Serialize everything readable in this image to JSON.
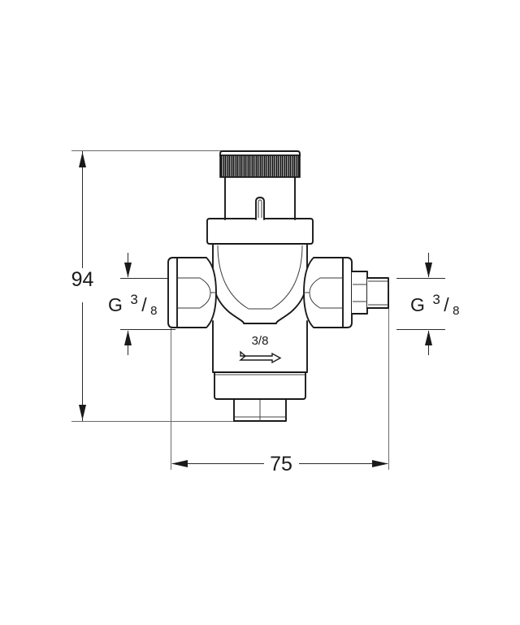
{
  "drawing": {
    "title": "Pressure reducing valve dimensional drawing",
    "background_color": "#ffffff",
    "line_color": "#1a1a1a",
    "dimensions": {
      "height": {
        "label": "94",
        "name": "overall-height",
        "orientation": "vertical",
        "unit": "mm"
      },
      "width": {
        "label": "75",
        "name": "overall-width",
        "orientation": "horizontal",
        "unit": "mm"
      },
      "inlet_thread": {
        "prefix": "G",
        "numerator": "3",
        "slash": "/",
        "denominator": "8",
        "name": "inlet-thread-size"
      },
      "outlet_thread": {
        "prefix": "G",
        "numerator": "3",
        "slash": "/",
        "denominator": "8",
        "name": "outlet-thread-size"
      }
    },
    "body_marking": {
      "size_label": "3/8",
      "flow_direction": "right"
    },
    "components": {
      "adjustment_cap": "knurled-adjustment-cap",
      "bonnet": "valve-bonnet",
      "body": "valve-body",
      "left_nut": "left-hex-union-nut",
      "right_nut": "right-hex-union-nut",
      "outlet_spigot": "male-threaded-spigot",
      "bottom_plug": "bottom-drain-plug"
    }
  }
}
